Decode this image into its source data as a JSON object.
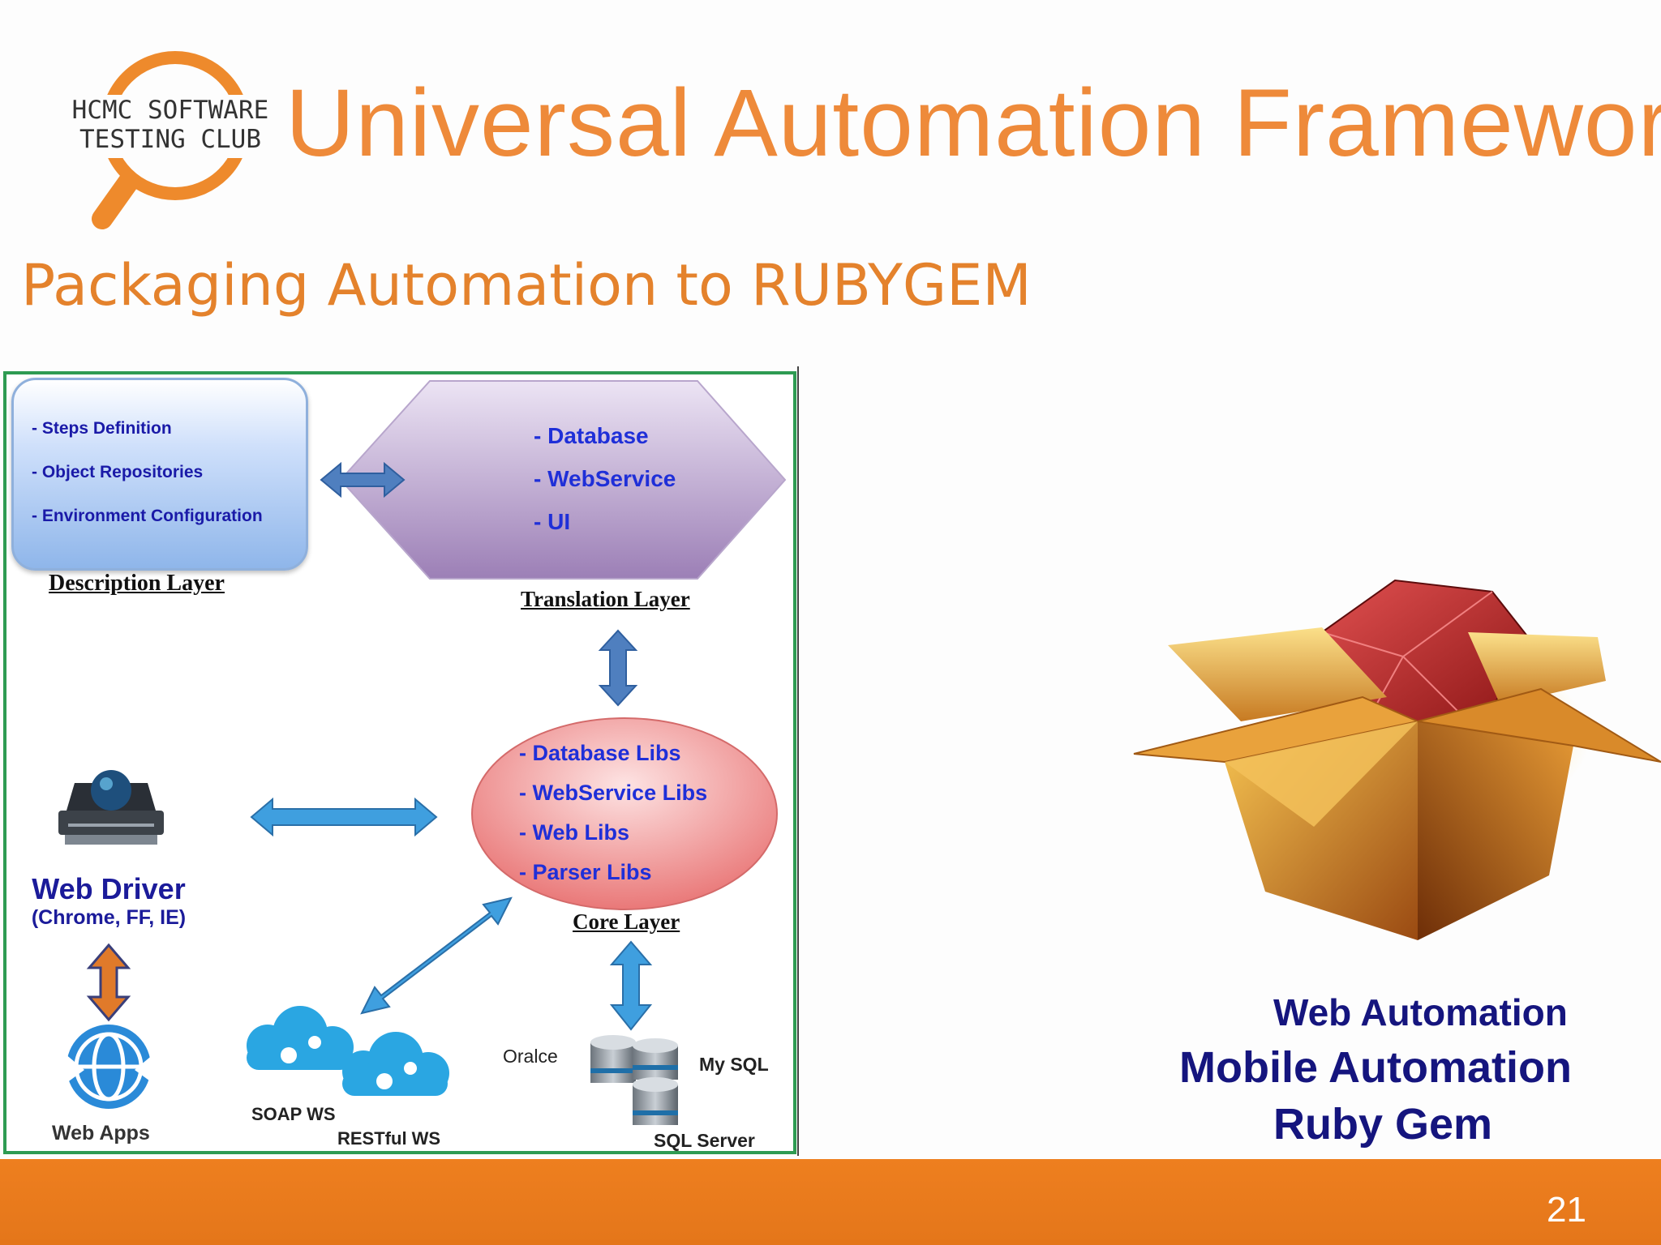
{
  "header": {
    "title": "Universal Automation Framework",
    "logo_line1": "HCMC SOFTWARE",
    "logo_line2": "TESTING CLUB"
  },
  "subtitle": "Packaging Automation to RUBYGEM",
  "diagram": {
    "description_layer": {
      "caption": "Description Layer",
      "items": [
        "- Steps Definition",
        "- Object Repositories",
        "- Environment Configuration"
      ]
    },
    "translation_layer": {
      "caption": "Translation Layer",
      "items": [
        "- Database",
        "- WebService",
        "- UI"
      ]
    },
    "core_layer": {
      "caption": "Core Layer",
      "items": [
        "- Database Libs",
        "- WebService Libs",
        "- Web Libs",
        "- Parser Libs"
      ]
    },
    "web_driver": {
      "title": "Web Driver",
      "browsers": "(Chrome, FF, IE)"
    },
    "web_apps_label": "Web Apps",
    "soap_label": "SOAP WS",
    "rest_label": "RESTful WS",
    "oracle_label": "Oralce",
    "mysql_label": "My SQL",
    "sqlserver_label": "SQL Server"
  },
  "gem": {
    "line1": "Web Automation",
    "line2": "Mobile Automation",
    "line3": "Ruby Gem"
  },
  "footer": {
    "page_number": "21"
  },
  "colors": {
    "title": "#ee8a3a",
    "footer": "#e97b1d",
    "frame": "#2e9b52",
    "arrow_green": "#9bbb59"
  }
}
